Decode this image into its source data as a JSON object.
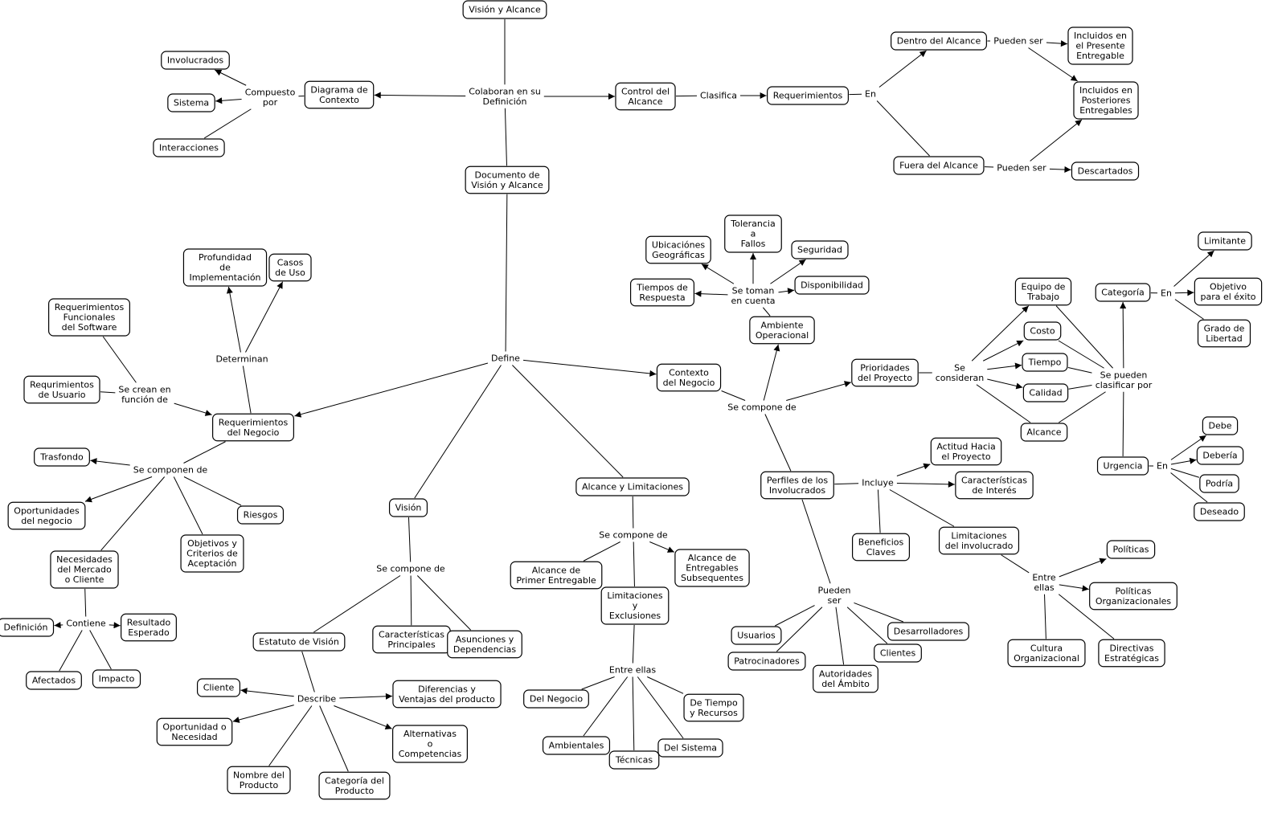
{
  "concepts": [
    {
      "id": "vision_alcance",
      "lines": [
        "Visión y Alcance"
      ]
    },
    {
      "id": "diagrama_contexto",
      "lines": [
        "Diagrama de",
        "Contexto"
      ]
    },
    {
      "id": "involucrados",
      "lines": [
        "Involucrados"
      ]
    },
    {
      "id": "sistema",
      "lines": [
        "Sistema"
      ]
    },
    {
      "id": "interacciones",
      "lines": [
        "Interacciones"
      ]
    },
    {
      "id": "control_alcance",
      "lines": [
        "Control del",
        "Alcance"
      ]
    },
    {
      "id": "requerimientos",
      "lines": [
        "Requerimientos"
      ]
    },
    {
      "id": "dentro_alcance",
      "lines": [
        "Dentro del Alcance"
      ]
    },
    {
      "id": "fuera_alcance",
      "lines": [
        "Fuera del Alcance"
      ]
    },
    {
      "id": "incluidos_presente",
      "lines": [
        "Incluidos en",
        "el Presente",
        "Entregable"
      ]
    },
    {
      "id": "incluidos_posteriores",
      "lines": [
        "Incluidos en",
        "Posteriores",
        "Entregables"
      ]
    },
    {
      "id": "descartados",
      "lines": [
        "Descartados"
      ]
    },
    {
      "id": "documento",
      "lines": [
        "Documento de",
        "Visión y Alcance"
      ]
    },
    {
      "id": "profundidad",
      "lines": [
        "Profundidad",
        "de",
        "Implementación"
      ]
    },
    {
      "id": "casos_uso",
      "lines": [
        "Casos",
        "de Uso"
      ]
    },
    {
      "id": "req_funcionales",
      "lines": [
        "Requerimientos",
        "Funcionales",
        "del Software"
      ]
    },
    {
      "id": "req_usuario",
      "lines": [
        "Requrimientos",
        "de Usuario"
      ]
    },
    {
      "id": "req_negocio",
      "lines": [
        "Requerimientos",
        "del Negocio"
      ]
    },
    {
      "id": "trasfondo",
      "lines": [
        "Trasfondo"
      ]
    },
    {
      "id": "oportunidades",
      "lines": [
        "Oportunidades",
        "del negocio"
      ]
    },
    {
      "id": "riesgos",
      "lines": [
        "Riesgos"
      ]
    },
    {
      "id": "objetivos",
      "lines": [
        "Objetivos y",
        "Criterios de",
        "Aceptación"
      ]
    },
    {
      "id": "necesidades",
      "lines": [
        "Necesidades",
        "del Mercado",
        "o Cliente"
      ]
    },
    {
      "id": "definicion",
      "lines": [
        "Definición"
      ]
    },
    {
      "id": "resultado",
      "lines": [
        "Resultado",
        "Esperado"
      ]
    },
    {
      "id": "afectados",
      "lines": [
        "Afectados"
      ]
    },
    {
      "id": "impacto",
      "lines": [
        "Impacto"
      ]
    },
    {
      "id": "vision",
      "lines": [
        "Visión"
      ]
    },
    {
      "id": "estatuto",
      "lines": [
        "Estatuto de Visión"
      ]
    },
    {
      "id": "caracteristicas",
      "lines": [
        "Características",
        "Principales"
      ]
    },
    {
      "id": "asunciones",
      "lines": [
        "Asunciones y",
        "Dependencias"
      ]
    },
    {
      "id": "cliente",
      "lines": [
        "Cliente"
      ]
    },
    {
      "id": "oportunidad_necesidad",
      "lines": [
        "Oportunidad o",
        "Necesidad"
      ]
    },
    {
      "id": "nombre_producto",
      "lines": [
        "Nombre del",
        "Producto"
      ]
    },
    {
      "id": "categoria_producto",
      "lines": [
        "Categoría del",
        "Producto"
      ]
    },
    {
      "id": "diferencias",
      "lines": [
        "Diferencias y",
        "Ventajas del producto"
      ]
    },
    {
      "id": "alternativas",
      "lines": [
        "Alternativas",
        "o",
        "Competencias"
      ]
    },
    {
      "id": "alcance_limitaciones",
      "lines": [
        "Alcance y Limitaciones"
      ]
    },
    {
      "id": "alcance_primer",
      "lines": [
        "Alcance de",
        "Primer Entregable"
      ]
    },
    {
      "id": "alcance_subsecuentes",
      "lines": [
        "Alcance de",
        "Entregables",
        "Subsequentes"
      ]
    },
    {
      "id": "limitaciones_exclusiones",
      "lines": [
        "Limitaciones",
        "y",
        "Exclusiones"
      ]
    },
    {
      "id": "del_negocio",
      "lines": [
        "Del Negocio"
      ]
    },
    {
      "id": "ambientales",
      "lines": [
        "Ambientales"
      ]
    },
    {
      "id": "tecnicas",
      "lines": [
        "Técnicas"
      ]
    },
    {
      "id": "del_sistema",
      "lines": [
        "Del Sistema"
      ]
    },
    {
      "id": "de_tiempo",
      "lines": [
        "De Tiempo",
        "y Recursos"
      ]
    },
    {
      "id": "contexto_negocio",
      "lines": [
        "Contexto",
        "del Negocio"
      ]
    },
    {
      "id": "ambiente_operacional",
      "lines": [
        "Ambiente",
        "Operacional"
      ]
    },
    {
      "id": "ubicaciones",
      "lines": [
        "Ubicaciónes",
        "Geográficas"
      ]
    },
    {
      "id": "tolerancia",
      "lines": [
        "Tolerancia",
        "a",
        "Fallos"
      ]
    },
    {
      "id": "seguridad",
      "lines": [
        "Seguridad"
      ]
    },
    {
      "id": "tiempos_respuesta",
      "lines": [
        "Tiempos de",
        "Respuesta"
      ]
    },
    {
      "id": "disponibilidad",
      "lines": [
        "Disponibilidad"
      ]
    },
    {
      "id": "prioridades",
      "lines": [
        "Prioridades",
        "del Proyecto"
      ]
    },
    {
      "id": "equipo",
      "lines": [
        "Equipo de",
        "Trabajo"
      ]
    },
    {
      "id": "costo",
      "lines": [
        "Costo"
      ]
    },
    {
      "id": "tiempo",
      "lines": [
        "Tiempo"
      ]
    },
    {
      "id": "calidad",
      "lines": [
        "Calidad"
      ]
    },
    {
      "id": "alcance",
      "lines": [
        "Alcance"
      ]
    },
    {
      "id": "categoria",
      "lines": [
        "Categoría"
      ]
    },
    {
      "id": "limitante",
      "lines": [
        "Limitante"
      ]
    },
    {
      "id": "objetivo_exito",
      "lines": [
        "Objetivo",
        "para el éxito"
      ]
    },
    {
      "id": "grado_libertad",
      "lines": [
        "Grado de",
        "Libertad"
      ]
    },
    {
      "id": "urgencia",
      "lines": [
        "Urgencia"
      ]
    },
    {
      "id": "debe",
      "lines": [
        "Debe"
      ]
    },
    {
      "id": "deberia",
      "lines": [
        "Debería"
      ]
    },
    {
      "id": "podria",
      "lines": [
        "Podría"
      ]
    },
    {
      "id": "deseado",
      "lines": [
        "Deseado"
      ]
    },
    {
      "id": "perfiles",
      "lines": [
        "Perfiles de los",
        "Involucrados"
      ]
    },
    {
      "id": "actitud",
      "lines": [
        "Actitud Hacia",
        "el Proyecto"
      ]
    },
    {
      "id": "caract_interes",
      "lines": [
        "Características",
        "de Interés"
      ]
    },
    {
      "id": "beneficios",
      "lines": [
        "Beneficios",
        "Claves"
      ]
    },
    {
      "id": "limitaciones_involucrado",
      "lines": [
        "Limitaciones",
        "del involucrado"
      ]
    },
    {
      "id": "politicas",
      "lines": [
        "Políticas"
      ]
    },
    {
      "id": "politicas_org",
      "lines": [
        "Políticas",
        "Organizacionales"
      ]
    },
    {
      "id": "cultura",
      "lines": [
        "Cultura",
        "Organizacional"
      ]
    },
    {
      "id": "directivas",
      "lines": [
        "Directivas",
        "Estratégicas"
      ]
    },
    {
      "id": "usuarios",
      "lines": [
        "Usuarios"
      ]
    },
    {
      "id": "patrocinadores",
      "lines": [
        "Patrocinadores"
      ]
    },
    {
      "id": "autoridades",
      "lines": [
        "Autoridades",
        "del Ámbito"
      ]
    },
    {
      "id": "clientes",
      "lines": [
        "Clientes"
      ]
    },
    {
      "id": "desarrolladores",
      "lines": [
        "Desarrolladores"
      ]
    }
  ],
  "link_phrases": [
    {
      "id": "l_colaboran",
      "lines": [
        "Colaboran en su",
        "Definición"
      ]
    },
    {
      "id": "l_compuesto",
      "lines": [
        "Compuesto",
        "por"
      ]
    },
    {
      "id": "l_clasifica",
      "lines": [
        "Clasifica"
      ]
    },
    {
      "id": "l_en_req",
      "lines": [
        "En"
      ]
    },
    {
      "id": "l_pueden_ser1",
      "lines": [
        "Pueden ser"
      ]
    },
    {
      "id": "l_pueden_ser2",
      "lines": [
        "Pueden ser"
      ]
    },
    {
      "id": "l_define",
      "lines": [
        "Define"
      ]
    },
    {
      "id": "l_determinan",
      "lines": [
        "Determinan"
      ]
    },
    {
      "id": "l_crean",
      "lines": [
        "Se crean en",
        "función de"
      ]
    },
    {
      "id": "l_componen",
      "lines": [
        "Se componen de"
      ]
    },
    {
      "id": "l_contiene",
      "lines": [
        "Contiene"
      ]
    },
    {
      "id": "l_compone_vision",
      "lines": [
        "Se compone de"
      ]
    },
    {
      "id": "l_describe",
      "lines": [
        "Describe"
      ]
    },
    {
      "id": "l_compone_alcance",
      "lines": [
        "Se compone de"
      ]
    },
    {
      "id": "l_entre_ellas1",
      "lines": [
        "Entre ellas"
      ]
    },
    {
      "id": "l_compone_contexto",
      "lines": [
        "Se compone de"
      ]
    },
    {
      "id": "l_toman",
      "lines": [
        "Se toman",
        "en cuenta"
      ]
    },
    {
      "id": "l_consideran",
      "lines": [
        "Se",
        "consideran"
      ]
    },
    {
      "id": "l_clasificar",
      "lines": [
        "Se pueden",
        "clasificar por"
      ]
    },
    {
      "id": "l_en_categoria",
      "lines": [
        "En"
      ]
    },
    {
      "id": "l_en_urgencia",
      "lines": [
        "En"
      ]
    },
    {
      "id": "l_incluye",
      "lines": [
        "Incluye"
      ]
    },
    {
      "id": "l_pueden_ser_inv",
      "lines": [
        "Pueden",
        "ser"
      ]
    },
    {
      "id": "l_entre_ellas2",
      "lines": [
        "Entre",
        "ellas"
      ]
    }
  ]
}
